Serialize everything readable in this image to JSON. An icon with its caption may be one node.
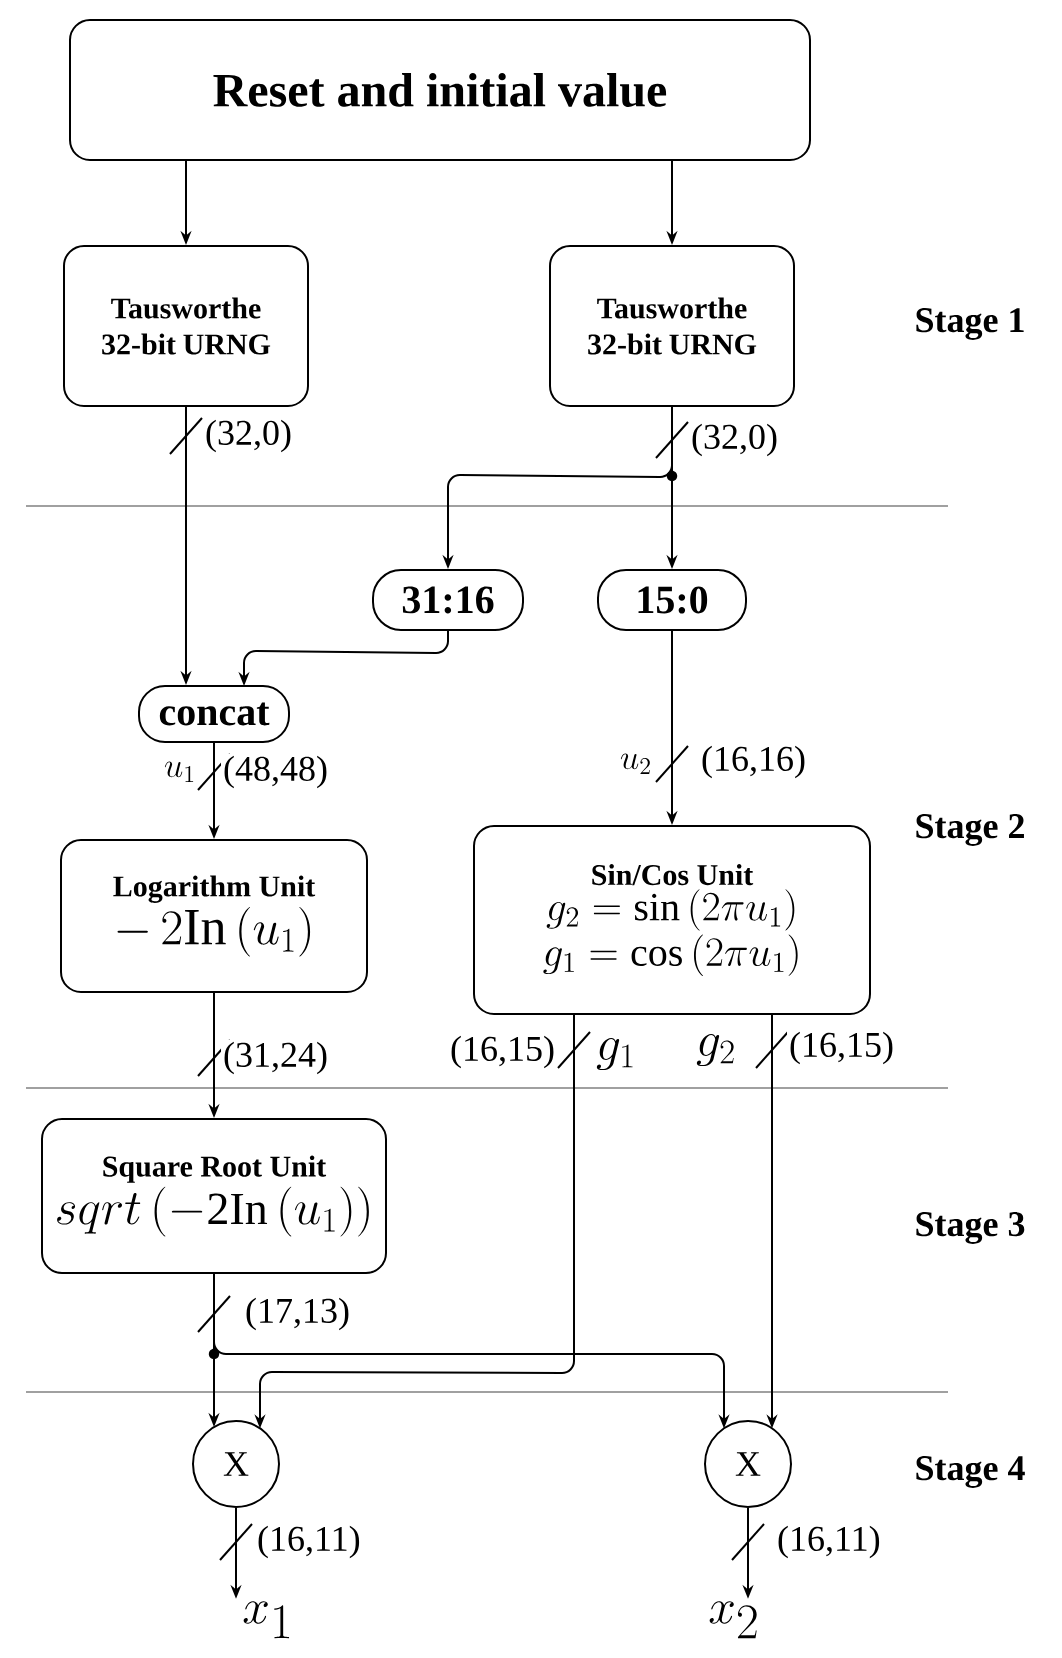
{
  "diagram": {
    "nodes": [
      {
        "text": [
          "Reset and initial value"
        ]
      },
      {
        "text": [
          "Tausworthe 32-bit URNG"
        ]
      },
      {
        "text": [
          "Tausworthe 32-bit URNG"
        ]
      },
      {
        "text": [
          "31:16"
        ]
      },
      {
        "text": [
          "15:0"
        ]
      },
      {
        "text": [
          "concat"
        ]
      },
      {
        "text": [
          "Logarithm Unit",
          "-\\,2\\mathrm{In}\\left(u_{1}\\right)"
        ]
      },
      {
        "text": [
          "Sin/Cos Unit",
          "g_{2}=\\sin\\left(2\\pi u_{1}\\right)",
          "g_{1}=\\cos\\left(2\\pi u_{1}\\right)"
        ]
      },
      {
        "text": [
          "Square Root Unit",
          "sqrt\\left(\\mathrm{-2In}\\left(u_{1}\\right)\\right)"
        ]
      },
      {
        "text": [
          "X"
        ]
      },
      {
        "text": [
          "X"
        ]
      },
      {
        "text": [
          "x_{1}"
        ]
      },
      {
        "text": [
          "x_{2}"
        ]
      }
    ],
    "edges": [
      {
        "from": 0,
        "to": 1,
        "arrow": "to"
      },
      {
        "from": 0,
        "to": 2,
        "arrow": "to"
      },
      {
        "from": 1,
        "to": 5,
        "arrow": "to",
        "label": "(32,0)"
      },
      {
        "from": 2,
        "to": 3,
        "arrow": "to"
      },
      {
        "from": 2,
        "to": 4,
        "arrow": "to",
        "label": "(32,0)"
      },
      {
        "from": 3,
        "to": 5,
        "arrow": "to"
      },
      {
        "from": 5,
        "to": 6,
        "arrow": "to",
        "label": "(48,48)"
      },
      {
        "from": 4,
        "to": 7,
        "arrow": "to",
        "label": "(16,16)"
      },
      {
        "from": 6,
        "to": 8,
        "arrow": "to",
        "label": "(31,24)"
      },
      {
        "from": 7,
        "to": 9,
        "arrow": "to",
        "label": "(16,15)"
      },
      {
        "from": 7,
        "to": 10,
        "arrow": "to",
        "label": "(16,15)"
      },
      {
        "from": 8,
        "to": 9,
        "arrow": "to",
        "label": "(17,13)"
      },
      {
        "from": 8,
        "to": 10,
        "arrow": "to"
      },
      {
        "from": 9,
        "to": 11,
        "arrow": "to",
        "label": "(16,11)"
      },
      {
        "from": 10,
        "to": 12,
        "arrow": "to",
        "label": "(16,11)"
      }
    ],
    "labels": [
      "Stage 1",
      "Stage 2",
      "Stage 3",
      "Stage 4",
      "u_{1}",
      "u_{2}",
      "g_{1}",
      "g_{2}"
    ]
  }
}
